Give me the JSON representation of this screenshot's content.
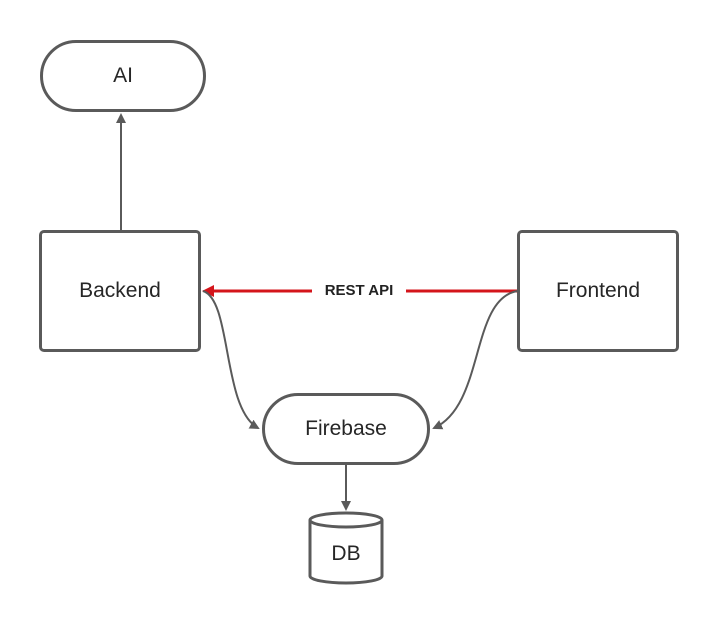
{
  "diagram": {
    "nodes": {
      "ai": {
        "label": "AI"
      },
      "backend": {
        "label": "Backend"
      },
      "frontend": {
        "label": "Frontend"
      },
      "firebase": {
        "label": "Firebase"
      },
      "db": {
        "label": "DB"
      }
    },
    "edges": {
      "rest_api": {
        "label": "REST API",
        "color": "#d4151b"
      }
    },
    "colors": {
      "stroke": "#5a5a5a",
      "accent": "#d4151b",
      "text": "#262626"
    }
  }
}
